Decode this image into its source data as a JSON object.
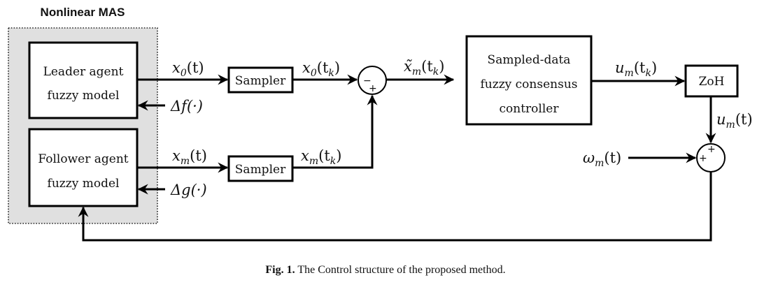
{
  "group": {
    "title": "Nonlinear MAS"
  },
  "blocks": {
    "leader": {
      "line1": "Leader agent",
      "line2": "fuzzy model"
    },
    "follower": {
      "line1": "Follower agent",
      "line2": "fuzzy model"
    },
    "sampler_top": {
      "label": "Sampler"
    },
    "sampler_bottom": {
      "label": "Sampler"
    },
    "controller": {
      "line1": "Sampled-data",
      "line2": "fuzzy consensus",
      "line3": "controller"
    },
    "zoh": {
      "label": "ZoH"
    }
  },
  "signals": {
    "x0_t": {
      "base": "x",
      "sub": "0",
      "arg": "(t)"
    },
    "delta_f": {
      "text": "Δf(·)"
    },
    "xm_t": {
      "base": "x",
      "sub": "m",
      "arg": "(t)"
    },
    "delta_g": {
      "text": "Δg(·)"
    },
    "x0_tk": {
      "base": "x",
      "sub": "0",
      "arg": "(t",
      "argsub": "k",
      "close": ")"
    },
    "xm_tk": {
      "base": "x",
      "sub": "m",
      "arg": "(t",
      "argsub": "k",
      "close": ")"
    },
    "xtilde_tk": {
      "base": "x̃",
      "sub": "m",
      "arg": "(t",
      "argsub": "k",
      "close": ")"
    },
    "um_tk": {
      "base": "u",
      "sub": "m",
      "arg": "(t",
      "argsub": "k",
      "close": ")"
    },
    "um_t": {
      "base": "u",
      "sub": "m",
      "arg": "(t)"
    },
    "wm_t": {
      "base": "ω",
      "sub": "m",
      "arg": "(t)"
    }
  },
  "summing_junctions": {
    "error": {
      "left_sign": "−",
      "bottom_sign": "+"
    },
    "disturbance": {
      "left_sign": "+",
      "top_sign": "+"
    }
  },
  "caption": {
    "label": "Fig. 1.",
    "text": " The Control structure of the proposed method."
  }
}
